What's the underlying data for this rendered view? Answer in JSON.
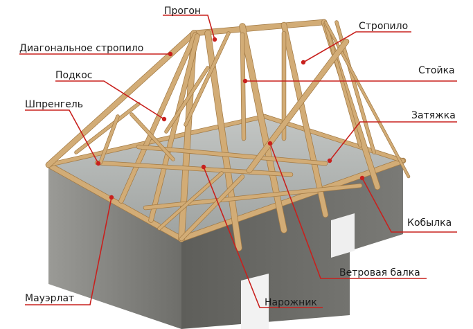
{
  "labels": {
    "progon": "Прогон",
    "diagonal_rafter": "Диагональное стропило",
    "strut": "Подкос",
    "truss": "Шпренгель",
    "rafter": "Стропило",
    "post": "Стойка",
    "tie": "Затяжка",
    "jack_rafter": "Кобылка",
    "wind_beam": "Ветровая балка",
    "mauerlat": "Мауэрлат",
    "outrigger": "Нарожник"
  },
  "colors": {
    "leader": "#c8201d",
    "wood": "#d2ac76",
    "wood_dark": "#a27a45",
    "concrete": "#8c8c88",
    "concrete_dark": "#5b5b58",
    "slab": "#aeb2b0"
  }
}
